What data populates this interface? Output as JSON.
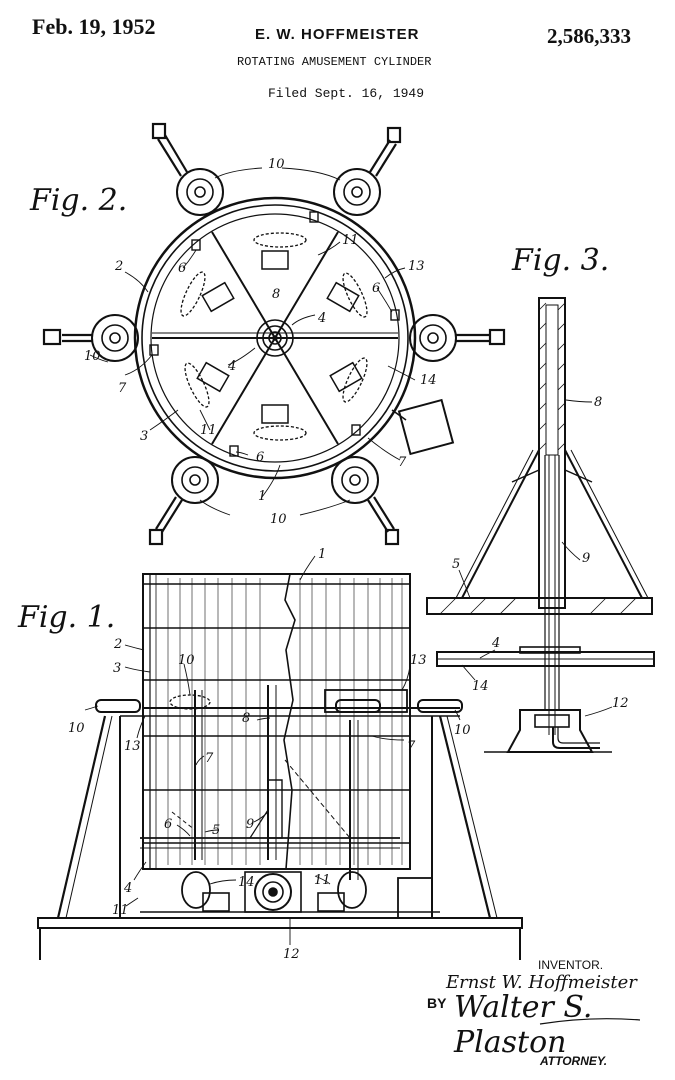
{
  "header": {
    "date": "Feb. 19, 1952",
    "inventor": "E. W. HOFFMEISTER",
    "patent_number": "2,586,333",
    "title": "ROTATING AMUSEMENT CYLINDER",
    "filed": "Filed Sept. 16, 1949"
  },
  "figures": {
    "fig1": "Fig. 1.",
    "fig2": "Fig. 2.",
    "fig3": "Fig. 3."
  },
  "reference_numerals": {
    "n1": "1",
    "n2": "2",
    "n3": "3",
    "n4": "4",
    "n5": "5",
    "n6": "6",
    "n7": "7",
    "n8": "8",
    "n9": "9",
    "n10": "10",
    "n11": "11",
    "n12": "12",
    "n13": "13",
    "n14": "14"
  },
  "footer": {
    "inventor_label": "INVENTOR.",
    "inventor_name": "Ernst W. Hoffmeister",
    "by": "BY",
    "attorney_signature": "Walter S. Plaston",
    "attorney_label": "ATTORNEY."
  },
  "colors": {
    "ink": "#111111",
    "paper": "#ffffff"
  }
}
